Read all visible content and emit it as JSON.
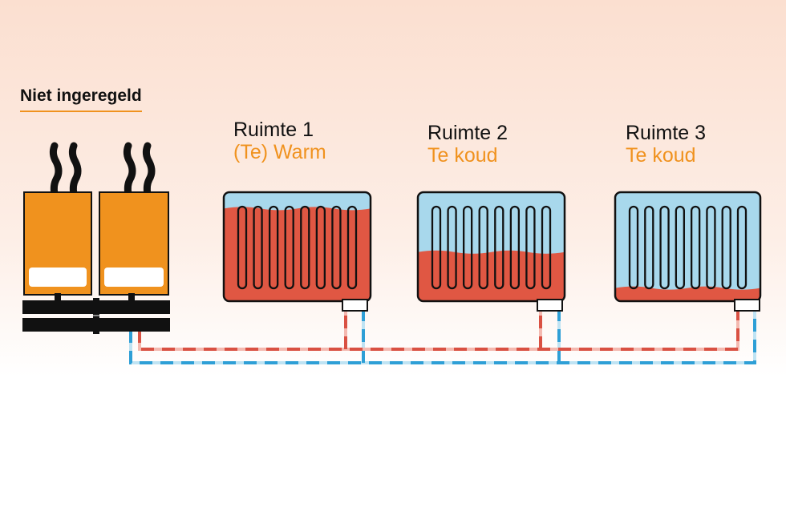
{
  "heading": "Niet ingeregeld",
  "rooms": [
    {
      "name": "Ruimte 1",
      "status": "(Te) Warm",
      "fill_level": 0.85
    },
    {
      "name": "Ruimte 2",
      "status": "Te koud",
      "fill_level": 0.45
    },
    {
      "name": "Ruimte 3",
      "status": "Te koud",
      "fill_level": 0.12
    }
  ],
  "colors": {
    "boiler": "#f0921e",
    "hot_water": "#e05743",
    "cold_water": "#a8d8ec",
    "supply_pipe": "#d95143",
    "return_pipe": "#2e9fd6",
    "accent": "#f0921e"
  },
  "icons": [
    "boiler-icon",
    "flue-icon",
    "radiator-icon"
  ]
}
